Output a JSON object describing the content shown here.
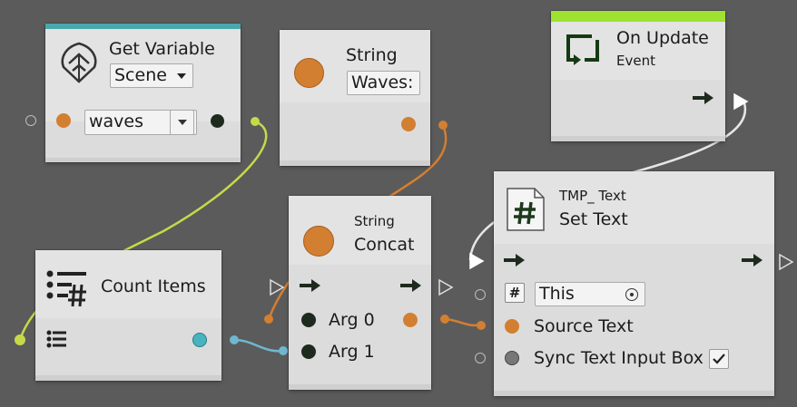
{
  "nodes": {
    "get_variable": {
      "title": "Get Variable",
      "scope": "Scene",
      "variable_name": "waves",
      "accent": "#4aa8ad",
      "icon": "leaf-icon"
    },
    "string_literal": {
      "title": "String",
      "value": "Waves:",
      "port_color": "#d37f31"
    },
    "on_update": {
      "title": "On Update",
      "subtitle": "Event",
      "accent": "#9ee12f",
      "icon": "loop-icon"
    },
    "count_items": {
      "title": "Count Items",
      "icon": "list-count-icon"
    },
    "string_concat": {
      "category": "String",
      "title": "Concat",
      "arg0_label": "Arg 0",
      "arg1_label": "Arg 1"
    },
    "set_text": {
      "category": "TMP_ Text",
      "title": "Set Text",
      "target_value": "This",
      "source_text_label": "Source Text",
      "sync_label": "Sync Text Input Box",
      "sync_checked": true,
      "icon": "hash-document-icon"
    }
  },
  "colors": {
    "string": "#d37f31",
    "object": "#9ee12f",
    "integer": "#4ab3c0",
    "flow": "#ffffff",
    "generic": "#1e2a1e"
  }
}
